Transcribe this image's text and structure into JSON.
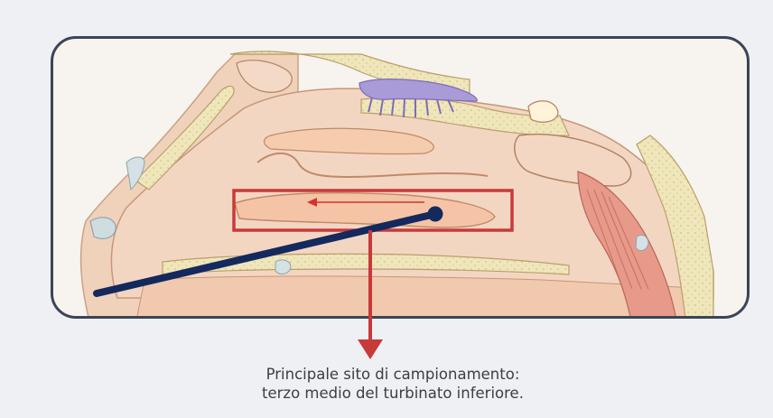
{
  "caption": {
    "line1": "Principale sito di campionamento:",
    "line2": "terzo medio del turbinato inferiore."
  },
  "colors": {
    "frame_border": "#3a4556",
    "highlight_box": "#c8393a",
    "swab": "#14295e",
    "bone": "#ede3b5",
    "tissue": "#f1c6a8",
    "olfactory_bulb": "#a99ad8"
  },
  "icons": [
    "nasal-cavity-illustration",
    "swab-icon",
    "arrow-down-icon",
    "arrow-left-icon"
  ]
}
